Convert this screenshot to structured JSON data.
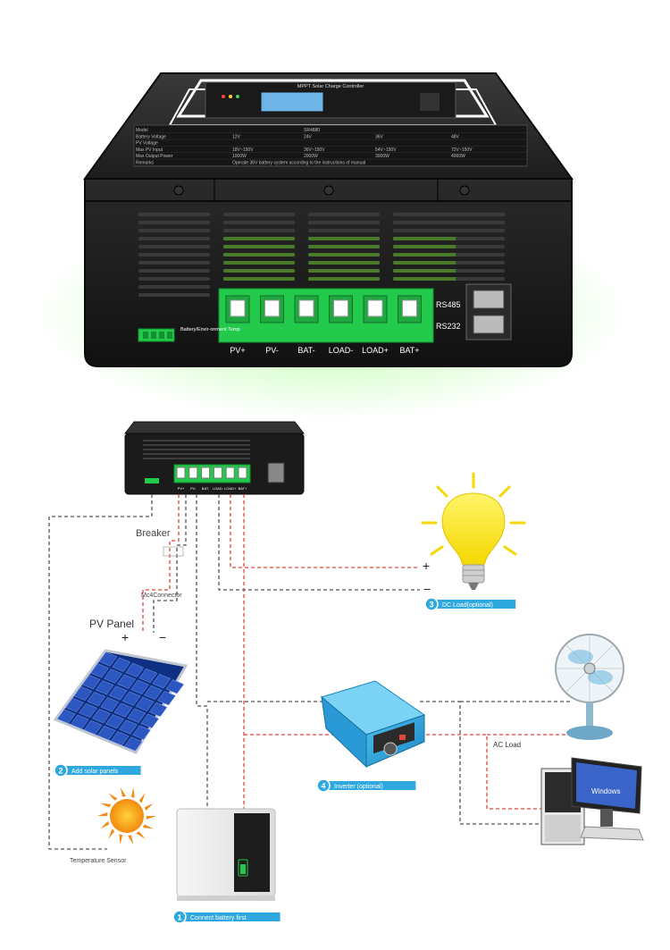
{
  "product": {
    "panel_title": "MPPT Solar Charge Controller",
    "spec_rows": [
      [
        "Model",
        "",
        "SR4880",
        "",
        ""
      ],
      [
        "Battery Voltage",
        "12V",
        "24V",
        "36V",
        "48V"
      ],
      [
        "PV Voltage",
        "",
        "",
        "",
        ""
      ],
      [
        "Max PV Input",
        "18V~150V",
        "36V~150V",
        "54V~150V",
        "72V~150V"
      ],
      [
        "Max Output Power",
        "1000W",
        "2000W",
        "3000W",
        "4000W"
      ],
      [
        "Remarks",
        "Operate 36V battery system according to the instructions of manual",
        "",
        "",
        ""
      ]
    ],
    "terminals": [
      "PV+",
      "PV-",
      "BAT-",
      "LOAD-",
      "LOAD+",
      "BAT+"
    ],
    "ports": [
      "RS485",
      "RS232"
    ],
    "sensor_port_label": "Battery/Envir-onment Temp"
  },
  "diagram": {
    "breaker_label": "Breaker",
    "mc4_label": "Mc4Connector",
    "pv_panel_label": "PV Panel",
    "plus": "+",
    "minus": "−",
    "dc_plus": "+",
    "dc_minus": "−",
    "ac_load_label": "AC Load",
    "temp_sensor_label": "Temperature Sensor",
    "windows_text": "Windows",
    "steps": [
      {
        "num": "1",
        "label": "Connect battery first"
      },
      {
        "num": "2",
        "label": "Add solar panels"
      },
      {
        "num": "3",
        "label": "DC Load(optional)"
      },
      {
        "num": "4",
        "label": "Inverter (optional)"
      }
    ]
  },
  "colors": {
    "step_badge": "#2fa8e0",
    "terminal_green": "#22c94a",
    "wire_red": "#e0463a",
    "wire_gray": "#555555",
    "device_black": "#1b1b1b"
  }
}
